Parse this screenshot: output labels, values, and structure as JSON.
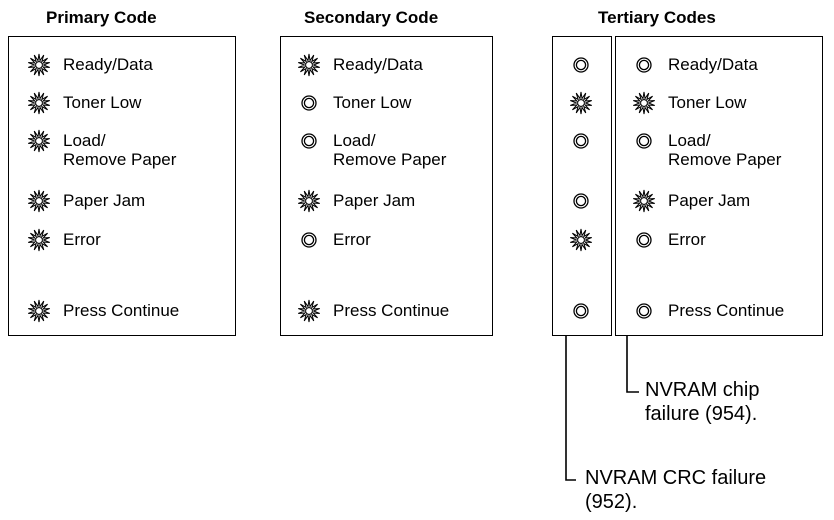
{
  "titles": {
    "primary": "Primary Code",
    "secondary": "Secondary Code",
    "tertiary": "Tertiary Codes"
  },
  "labels": {
    "ready_data": "Ready/Data",
    "toner_low": "Toner Low",
    "load_line1": "Load/",
    "load_line2": "Remove Paper",
    "paper_jam": "Paper Jam",
    "error": "Error",
    "press_continue": "Press Continue"
  },
  "panels": {
    "primary": [
      "on",
      "on",
      "on",
      "on",
      "on",
      "on"
    ],
    "secondary": [
      "on",
      "off",
      "off",
      "on",
      "off",
      "on"
    ],
    "tertiary_crc": [
      "off",
      "on",
      "off",
      "off",
      "on",
      "off"
    ],
    "tertiary_chip": [
      "off",
      "on",
      "off",
      "on",
      "off",
      "off"
    ]
  },
  "callouts": {
    "chip_line1": "NVRAM chip",
    "chip_line2": "failure (954).",
    "crc_line1": "NVRAM CRC failure",
    "crc_line2": "(952)."
  },
  "icons": {
    "on": "blinking-light-icon",
    "off": "light-off-icon"
  }
}
